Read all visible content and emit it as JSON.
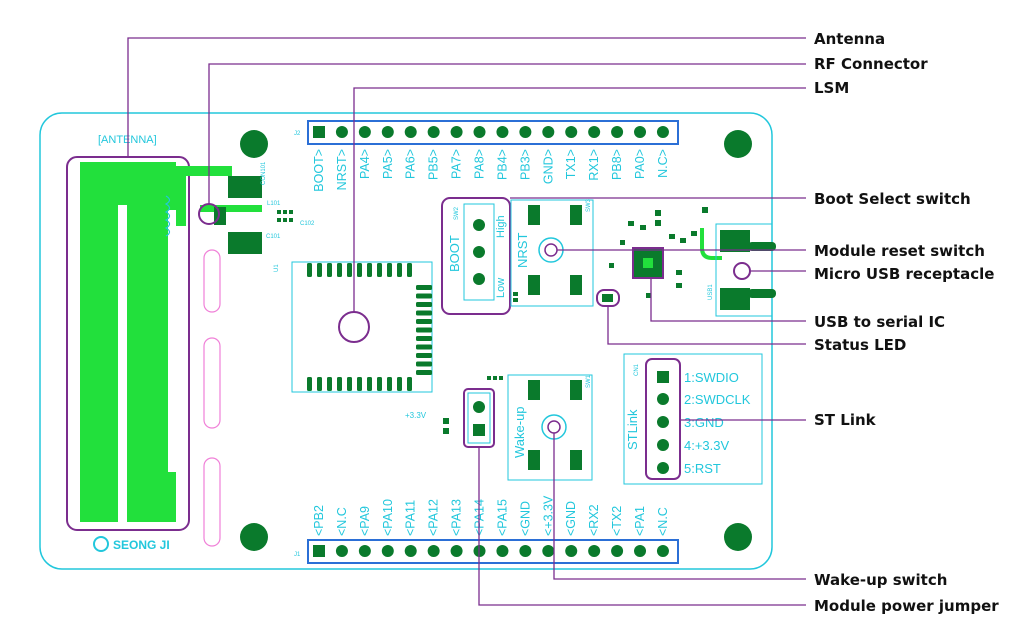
{
  "callouts": {
    "antenna": "Antenna",
    "rf_connector": "RF Connector",
    "lsm": "LSM",
    "boot_select": "Boot Select switch",
    "module_reset": "Module reset switch",
    "micro_usb": "Micro USB receptacle",
    "usb_serial": "USB to serial IC",
    "status_led": "Status LED",
    "st_link": "ST Link",
    "wakeup": "Wake-up switch",
    "power_jumper": "Module power jumper"
  },
  "board": {
    "antenna_label": "[ANTENNA]",
    "brand": "SEONG JI",
    "j2_label": "J2",
    "j1_label": "J1",
    "top_header_pins": [
      "BOOT>",
      "NRST>",
      "PA4>",
      "PA5>",
      "PA6>",
      "PB5>",
      "PA7>",
      "PA8>",
      "PB4>",
      "PB3>",
      "GND>",
      "TX1>",
      "RX1>",
      "PB8>",
      "PA0>",
      "N.C>"
    ],
    "bottom_header_pins": [
      "<PB2",
      "<N.C",
      "<PA9",
      "<PA10",
      "<PA11",
      "<PA12",
      "<PA13",
      "<PA14",
      "<PA15",
      "<GND",
      "<+3.3V",
      "<GND",
      "<RX2",
      "<TX2",
      "<PA1",
      "<N.C"
    ],
    "boot_switch": {
      "name": "BOOT",
      "high": "High",
      "low": "Low",
      "ref": "SW2"
    },
    "nrst_label": "NRST",
    "nrst_ref": "SW3",
    "wakeup_label": "Wake-up",
    "wakeup_ref": "SW1",
    "jumper_label": "+3.3V",
    "stlink": {
      "title": "STLink",
      "ref": "CN1",
      "pins": [
        "1:SWDIO",
        "2:SWDCLK",
        "3:GND",
        "4:+3.3V",
        "5:RST"
      ]
    },
    "rf_refs": [
      "CON101",
      "L101",
      "C102",
      "C101"
    ],
    "usb_ref": "USB1",
    "lsm_ref": "U1"
  },
  "colors": {
    "outline": "#7b2d8e",
    "silkscreen": "#22c7dc",
    "antenna_fill": "#22e03c",
    "pad": "#0a7a2c",
    "header_outline": "#2b6fd6",
    "keepout": "#f080d8"
  }
}
